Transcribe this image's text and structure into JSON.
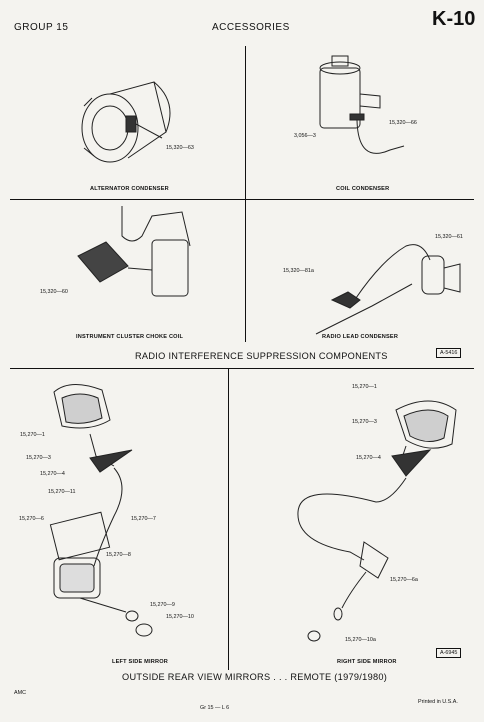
{
  "header": {
    "group": "GROUP 15",
    "section": "ACCESSORIES",
    "page": "K-10"
  },
  "panels": {
    "alternator": {
      "caption": "ALTERNATOR CONDENSER",
      "part": "15,320—63"
    },
    "coil": {
      "caption": "COIL CONDENSER",
      "part_a": "3,056—3",
      "part_b": "15,320—66"
    },
    "choke": {
      "caption": "INSTRUMENT CLUSTER CHOKE COIL",
      "part": "15,320—60"
    },
    "radio_lead": {
      "caption": "RADIO LEAD CONDENSER",
      "part_a": "15,320—81a",
      "part_b": "15,320—61"
    }
  },
  "section1": {
    "title": "RADIO INTERFERENCE SUPPRESSION COMPONENTS",
    "code": "A-5416"
  },
  "left_mirror": {
    "caption": "LEFT SIDE MIRROR",
    "parts": [
      "15,270—1",
      "15,270—3",
      "15,270—4",
      "15,270—11",
      "15,270—6",
      "15,270—7",
      "15,270—8",
      "15,270—9",
      "15,270—10"
    ]
  },
  "right_mirror": {
    "caption": "RIGHT SIDE MIRROR",
    "parts": [
      "15,270—1",
      "15,270—3",
      "15,270—4",
      "15,270—6a",
      "15,270—10a"
    ]
  },
  "section2": {
    "title": "OUTSIDE REAR VIEW MIRRORS . . . REMOTE (1979/1980)",
    "code": "A-6945"
  },
  "footer": {
    "left": "AMC",
    "center": "Gr 15 — L 6",
    "right": "Printed in U.S.A."
  }
}
